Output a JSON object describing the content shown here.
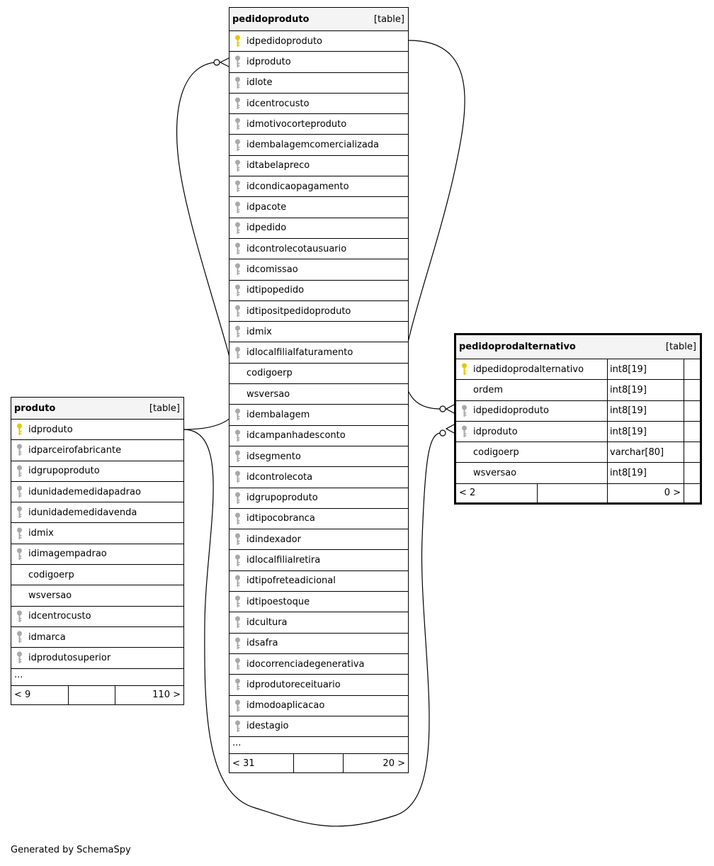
{
  "tables": {
    "produto": {
      "name": "produto",
      "kind": "[table]",
      "columns": [
        {
          "name": "idproduto",
          "key": "primary"
        },
        {
          "name": "idparceirofabricante",
          "key": "foreign"
        },
        {
          "name": "idgrupoproduto",
          "key": "foreign"
        },
        {
          "name": "idunidademedidapadrao",
          "key": "foreign"
        },
        {
          "name": "idunidademedidavenda",
          "key": "foreign"
        },
        {
          "name": "idmix",
          "key": "foreign"
        },
        {
          "name": "idimagempadrao",
          "key": "foreign"
        },
        {
          "name": "codigoerp",
          "key": "none"
        },
        {
          "name": "wsversao",
          "key": "none"
        },
        {
          "name": "idcentrocusto",
          "key": "foreign"
        },
        {
          "name": "idmarca",
          "key": "foreign"
        },
        {
          "name": "idprodutosuperior",
          "key": "foreign"
        }
      ],
      "ellipsis": "...",
      "footer": {
        "parents": "< 9",
        "middle": "",
        "children": "110 >"
      }
    },
    "pedidoproduto": {
      "name": "pedidoproduto",
      "kind": "[table]",
      "columns": [
        {
          "name": "idpedidoproduto",
          "key": "primary"
        },
        {
          "name": "idproduto",
          "key": "foreign"
        },
        {
          "name": "idlote",
          "key": "foreign"
        },
        {
          "name": "idcentrocusto",
          "key": "foreign"
        },
        {
          "name": "idmotivocorteproduto",
          "key": "foreign"
        },
        {
          "name": "idembalagemcomercializada",
          "key": "foreign"
        },
        {
          "name": "idtabelapreco",
          "key": "foreign"
        },
        {
          "name": "idcondicaopagamento",
          "key": "foreign"
        },
        {
          "name": "idpacote",
          "key": "foreign"
        },
        {
          "name": "idpedido",
          "key": "foreign"
        },
        {
          "name": "idcontrolecotausuario",
          "key": "foreign"
        },
        {
          "name": "idcomissao",
          "key": "foreign"
        },
        {
          "name": "idtipopedido",
          "key": "foreign"
        },
        {
          "name": "idtipositpedidoproduto",
          "key": "foreign"
        },
        {
          "name": "idmix",
          "key": "foreign"
        },
        {
          "name": "idlocalfilialfaturamento",
          "key": "foreign"
        },
        {
          "name": "codigoerp",
          "key": "none"
        },
        {
          "name": "wsversao",
          "key": "none"
        },
        {
          "name": "idembalagem",
          "key": "foreign"
        },
        {
          "name": "idcampanhadesconto",
          "key": "foreign"
        },
        {
          "name": "idsegmento",
          "key": "foreign"
        },
        {
          "name": "idcontrolecota",
          "key": "foreign"
        },
        {
          "name": "idgrupoproduto",
          "key": "foreign"
        },
        {
          "name": "idtipocobranca",
          "key": "foreign"
        },
        {
          "name": "idindexador",
          "key": "foreign"
        },
        {
          "name": "idlocalfilialretira",
          "key": "foreign"
        },
        {
          "name": "idtipofreteadicional",
          "key": "foreign"
        },
        {
          "name": "idtipoestoque",
          "key": "foreign"
        },
        {
          "name": "idcultura",
          "key": "foreign"
        },
        {
          "name": "idsafra",
          "key": "foreign"
        },
        {
          "name": "idocorrenciadegenerativa",
          "key": "foreign"
        },
        {
          "name": "idprodutoreceituario",
          "key": "foreign"
        },
        {
          "name": "idmodoaplicacao",
          "key": "foreign"
        },
        {
          "name": "idestagio",
          "key": "foreign"
        }
      ],
      "ellipsis": "...",
      "footer": {
        "parents": "< 31",
        "middle": "",
        "children": "20 >"
      }
    },
    "pedidoprodalternativo": {
      "name": "pedidoprodalternativo",
      "kind": "[table]",
      "columns": [
        {
          "name": "idpedidoprodalternativo",
          "key": "primary",
          "type": "int8[19]"
        },
        {
          "name": "ordem",
          "key": "none",
          "type": "int8[19]"
        },
        {
          "name": "idpedidoproduto",
          "key": "foreign",
          "type": "int8[19]"
        },
        {
          "name": "idproduto",
          "key": "foreign",
          "type": "int8[19]"
        },
        {
          "name": "codigoerp",
          "key": "none",
          "type": "varchar[80]"
        },
        {
          "name": "wsversao",
          "key": "none",
          "type": "int8[19]"
        }
      ],
      "footer": {
        "parents": "< 2",
        "middle": "",
        "children": "0 >"
      }
    }
  },
  "relationships": [
    {
      "from": "produto.idproduto",
      "to": "pedidoproduto.idproduto"
    },
    {
      "from": "pedidoproduto.idpedidoproduto",
      "to": "pedidoprodalternativo.idpedidoproduto"
    },
    {
      "from": "produto.idproduto",
      "to": "pedidoprodalternativo.idproduto"
    }
  ],
  "colors": {
    "primary_key": "#e8c800",
    "foreign_key": "#a8a8a8",
    "header_bg": "#f4f4f4"
  },
  "credit": "Generated by SchemaSpy"
}
